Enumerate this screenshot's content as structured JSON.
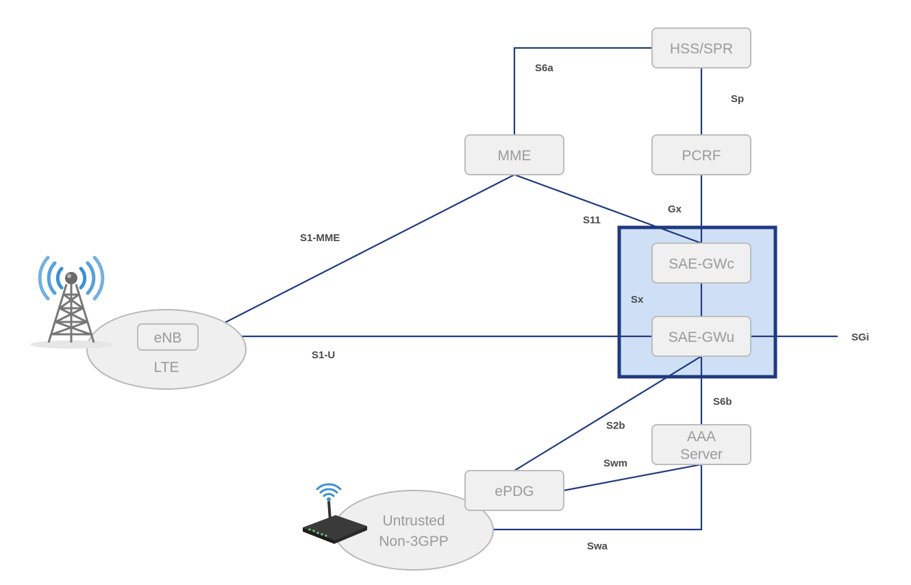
{
  "colors": {
    "link": "#1f3a80",
    "gateway_fill": "#cfe0f6",
    "gateway_border": "#1f3a80",
    "node_fill": "#f0f0f0",
    "node_border": "#bcbcbc",
    "node_text": "#9a9a9a",
    "label_text": "#4a4a4a",
    "signal_blue": "#3b8fd4"
  },
  "icons": {
    "tower": "cell-tower-icon",
    "router": "wifi-router-icon"
  },
  "nodes": {
    "hss": "HSS/SPR",
    "mme": "MME",
    "pcrf": "PCRF",
    "sae_gwc": "SAE-GWc",
    "sae_gwu": "SAE-GWu",
    "aaa_line1": "AAA",
    "aaa_line2": "Server",
    "epdg": "ePDG",
    "enb": "eNB",
    "lte": "LTE",
    "untrusted_line1": "Untrusted",
    "untrusted_line2": "Non-3GPP"
  },
  "interfaces": {
    "s6a": "S6a",
    "sp": "Sp",
    "gx": "Gx",
    "s11": "S11",
    "s1_mme": "S1-MME",
    "sx": "Sx",
    "s1_u": "S1-U",
    "sgi": "SGi",
    "s6b": "S6b",
    "s2b": "S2b",
    "swm": "Swm",
    "swa": "Swa"
  }
}
